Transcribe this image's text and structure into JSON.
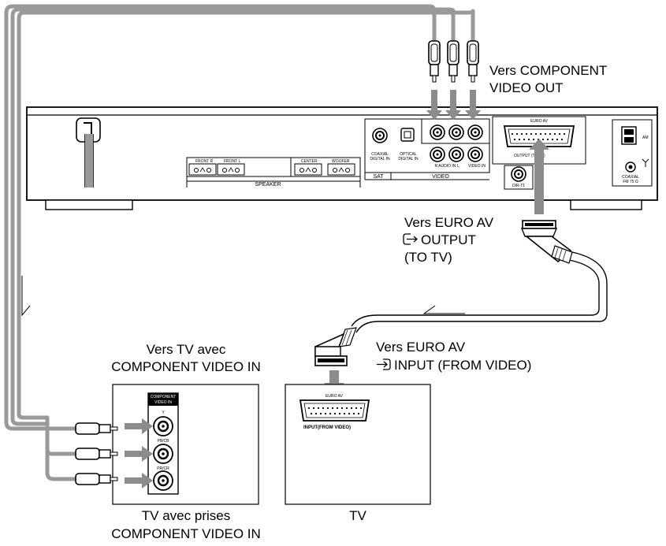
{
  "labels": {
    "component_out": [
      "Vers COMPONENT",
      "VIDEO OUT"
    ],
    "euro_out": [
      "Vers EURO AV",
      "OUTPUT",
      "(TO TV)"
    ],
    "euro_in": [
      "Vers EURO AV",
      "INPUT (FROM VIDEO)"
    ],
    "tv_component_in": [
      "Vers TV avec",
      "COMPONENT VIDEO IN"
    ],
    "tv_prises": [
      "TV avec prises",
      "COMPONENT VIDEO IN"
    ],
    "tv": "TV"
  },
  "panel": {
    "speaker": "SPEAKER",
    "front_r": "FRONT R",
    "front_l": "FRONT L",
    "center": "CENTER",
    "woofer": "WOOFER",
    "coaxial_digital_in": [
      "COAXIAL",
      "DIGITAL IN"
    ],
    "optical_digital_in": [
      "OPTICAL",
      "DIGITAL IN"
    ],
    "sat": "SAT",
    "video": "VIDEO",
    "audio_in": "R  AUDIO IN  L",
    "video_in": "VIDEO IN",
    "euro_av": "EURO AV",
    "euro_out_label": "OUTPUT (TO TV)",
    "dir_t1": "DIR-T1",
    "am": "AM",
    "coaxial_fm": [
      "COAXIAL",
      "FM 75 Ω"
    ]
  },
  "tv_panel": {
    "component_video_in": [
      "COMPONENT",
      "VIDEO IN"
    ],
    "y": "Y",
    "pb": "PB/CB",
    "pr": "PR/CR",
    "euro_av": "EURO AV",
    "input_label": "INPUT(FROM VIDEO)"
  },
  "colors": {
    "cable": "#9a9a9a",
    "arrow": "#8c8c8c",
    "line": "#000000"
  }
}
